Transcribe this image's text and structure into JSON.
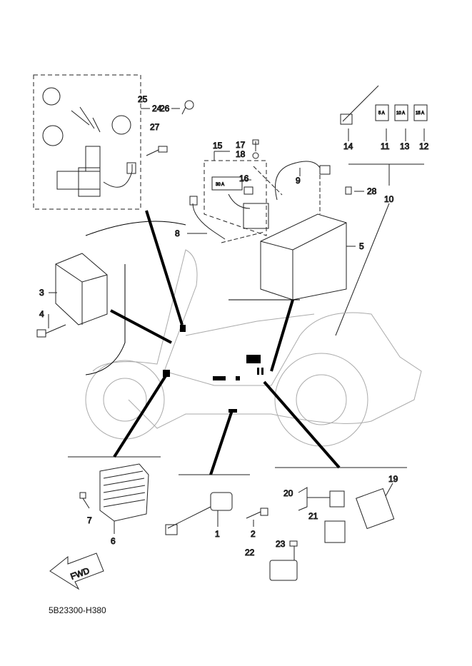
{
  "diagram_code": "5B23300-H380",
  "direction_arrow": "FWD",
  "callouts": {
    "p1": "1",
    "p2": "2",
    "p3": "3",
    "p4": "4",
    "p5": "5",
    "p6": "6",
    "p7": "7",
    "p8": "8",
    "p9": "9",
    "p10": "10",
    "p11": "11",
    "p12": "12",
    "p13": "13",
    "p14": "14",
    "p15": "15",
    "p16": "16",
    "p17": "17",
    "p18": "18",
    "p19": "19",
    "p20": "20",
    "p21": "21",
    "p22": "22",
    "p23": "23",
    "p24": "24",
    "p25": "25",
    "p26": "26",
    "p27": "27",
    "p28": "28"
  },
  "fuse_ratings": {
    "f16": "30 A",
    "f11": "5 A",
    "f13": "10 A",
    "f12": "15 A"
  }
}
